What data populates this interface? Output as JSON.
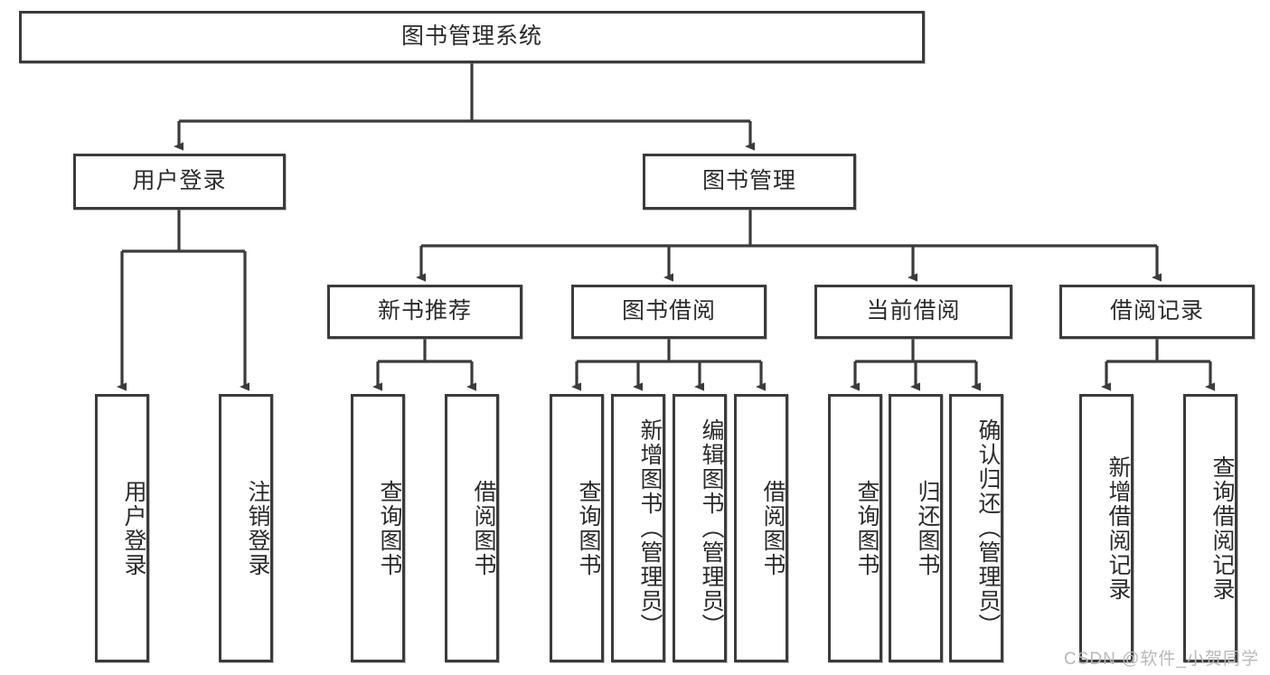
{
  "diagram": {
    "type": "tree",
    "title": "图书管理系统",
    "orientation": "top-down",
    "colors": {
      "box_border": "#3b3b3b",
      "box_fill": "#ffffff",
      "edge": "#3b3b3b",
      "text": "#2b2b2b",
      "watermark": "#b9b9b9"
    },
    "root": {
      "label": "图书管理系统"
    },
    "level2": [
      {
        "label": "用户登录"
      },
      {
        "label": "图书管理"
      }
    ],
    "level3": [
      {
        "label": "新书推荐"
      },
      {
        "label": "图书借阅"
      },
      {
        "label": "当前借阅"
      },
      {
        "label": "借阅记录"
      }
    ],
    "leaves": [
      {
        "label": "用户登录",
        "parent": "用户登录"
      },
      {
        "label": "注销登录",
        "parent": "用户登录"
      },
      {
        "label": "查询图书",
        "parent": "新书推荐"
      },
      {
        "label": "借阅图书",
        "parent": "新书推荐"
      },
      {
        "label": "查询图书",
        "parent": "图书借阅"
      },
      {
        "label": "新增图书（管理员）",
        "parent": "图书借阅"
      },
      {
        "label": "编辑图书（管理员）",
        "parent": "图书借阅"
      },
      {
        "label": "借阅图书",
        "parent": "图书借阅"
      },
      {
        "label": "查询图书",
        "parent": "当前借阅"
      },
      {
        "label": "归还图书",
        "parent": "当前借阅"
      },
      {
        "label": "确认归还（管理员）",
        "parent": "当前借阅"
      },
      {
        "label": "新增借阅记录",
        "parent": "借阅记录"
      },
      {
        "label": "查询借阅记录",
        "parent": "借阅记录"
      }
    ],
    "watermark": "CSDN @软件_小贺同学"
  }
}
